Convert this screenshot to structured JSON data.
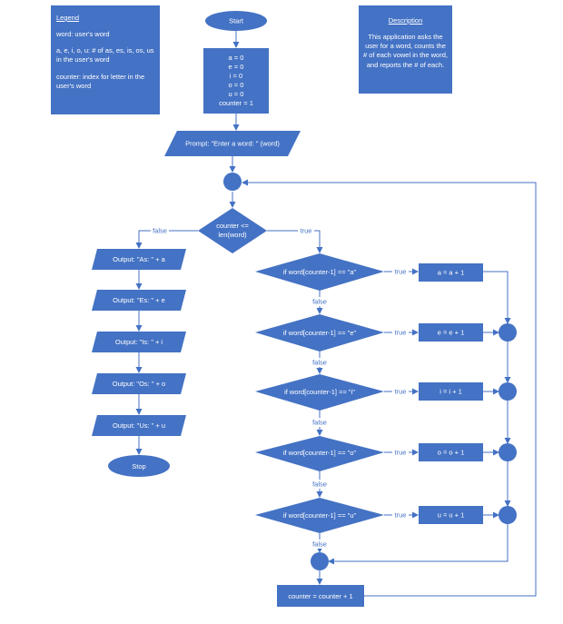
{
  "legend": {
    "title": "Legend",
    "lines": [
      "word: user's word",
      "a, e, i, o, u: # of as, es, is, os, us in the user's word",
      "counter: index for letter in the user's word"
    ]
  },
  "description": {
    "title": "Description",
    "text": "This application asks the user for a word, counts the # of each vowel in the word, and reports the # of each."
  },
  "flow": {
    "start": "Start",
    "init": [
      "a = 0",
      "e = 0",
      "i = 0",
      "o = 0",
      "u = 0",
      "counter = 1"
    ],
    "prompt": "Prompt: \"Enter a word: \" (word)",
    "loop_cond": [
      "counter <=",
      "len(word)"
    ],
    "outputs": [
      "Output: \"As: \" + a",
      "Output: \"Es: \" + e",
      "Output: \"Is: \" + i",
      "Output: \"Os: \" + o",
      "Output: \"Us: \" + u"
    ],
    "stop": "Stop",
    "checks": [
      {
        "cond": "if word[counter-1] == \"a\"",
        "action": "a = a + 1"
      },
      {
        "cond": "if word[counter-1] == \"e\"",
        "action": "e = e + 1"
      },
      {
        "cond": "if word[counter-1] == \"i\"",
        "action": "i = i + 1"
      },
      {
        "cond": "if word[counter-1] == \"o\"",
        "action": "o = o + 1"
      },
      {
        "cond": "if word[counter-1] == \"u\"",
        "action": "u = u + 1"
      }
    ],
    "increment": "counter = counter + 1",
    "label_true": "true",
    "label_false": "false"
  },
  "colors": {
    "shape": "#4472c4",
    "line": "#4472c4",
    "text": "#ffffff"
  }
}
